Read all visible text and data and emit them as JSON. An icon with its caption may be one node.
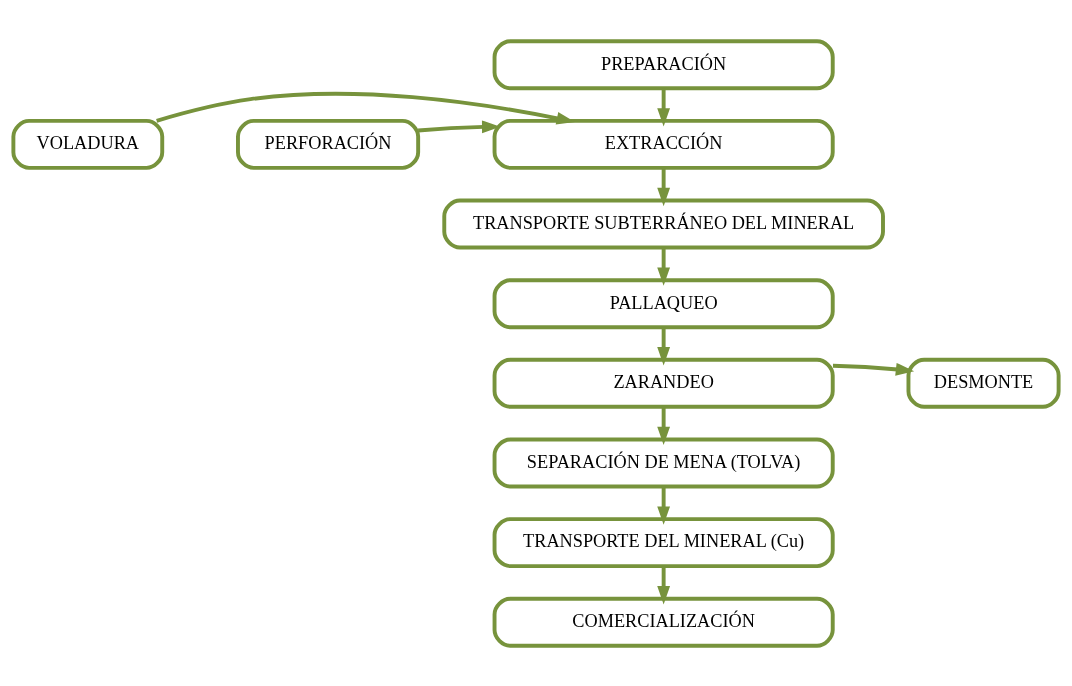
{
  "diagram": {
    "nodes": [
      {
        "text": [
          "PREPARACIÓN"
        ]
      },
      {
        "text": [
          "PERFORACIÓN"
        ]
      },
      {
        "text": [
          "EXTRACCIÓN"
        ]
      },
      {
        "text": [
          "VOLADURA"
        ]
      },
      {
        "text": [
          "TRANSPORTE SUBTERRÁNEO DEL MINERAL"
        ]
      },
      {
        "text": [
          "PALLAQUEO"
        ]
      },
      {
        "text": [
          "ZARANDEO"
        ]
      },
      {
        "text": [
          "DESMONTE"
        ]
      },
      {
        "text": [
          "SEPARACIÓN DE MENA (TOLVA)"
        ]
      },
      {
        "text": [
          "TRANSPORTE DEL MINERAL (Cu)"
        ]
      },
      {
        "text": [
          "COMERCIALIZACIÓN"
        ]
      }
    ],
    "edges": [
      {
        "from": 0,
        "to": 2,
        "arrow": "to"
      },
      {
        "from": 1,
        "to": 2,
        "arrow": "to"
      },
      {
        "from": 3,
        "to": 2,
        "arrow": "to"
      },
      {
        "from": 2,
        "to": 4,
        "arrow": "to"
      },
      {
        "from": 4,
        "to": 5,
        "arrow": "to"
      },
      {
        "from": 5,
        "to": 6,
        "arrow": "to"
      },
      {
        "from": 6,
        "to": 7,
        "arrow": "to"
      },
      {
        "from": 6,
        "to": 8,
        "arrow": "to"
      },
      {
        "from": 8,
        "to": 9,
        "arrow": "to"
      },
      {
        "from": 9,
        "to": 10,
        "arrow": "to"
      }
    ]
  }
}
